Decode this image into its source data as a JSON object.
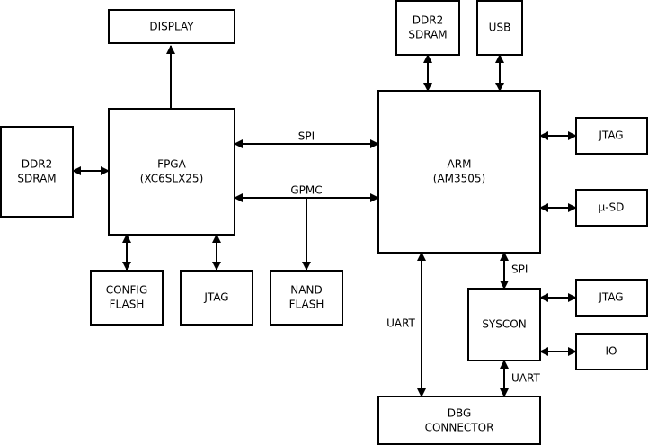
{
  "blocks": {
    "display": {
      "line1": "DISPLAY"
    },
    "fpga": {
      "line1": "FPGA",
      "line2": "(XC6SLX25)"
    },
    "ddr2_left": {
      "line1": "DDR2",
      "line2": "SDRAM"
    },
    "config_flash": {
      "line1": "CONFIG",
      "line2": "FLASH"
    },
    "jtag_fpga": {
      "line1": "JTAG"
    },
    "nand_flash": {
      "line1": "NAND",
      "line2": "FLASH"
    },
    "ddr2_top": {
      "line1": "DDR2",
      "line2": "SDRAM"
    },
    "usb": {
      "line1": "USB"
    },
    "arm": {
      "line1": "ARM",
      "line2": "(AM3505)"
    },
    "jtag_arm": {
      "line1": "JTAG"
    },
    "microsd": {
      "line1": "µ-SD"
    },
    "syscon": {
      "line1": "SYSCON"
    },
    "jtag_syscon": {
      "line1": "JTAG"
    },
    "io": {
      "line1": "IO"
    },
    "dbg": {
      "line1": "DBG",
      "line2": "CONNECTOR"
    }
  },
  "links": {
    "spi_fpga_arm": "SPI",
    "gpmc": "GPMC",
    "uart_arm_dbg": "UART",
    "spi_arm_syscon": "SPI",
    "uart_syscon_dbg": "UART"
  }
}
